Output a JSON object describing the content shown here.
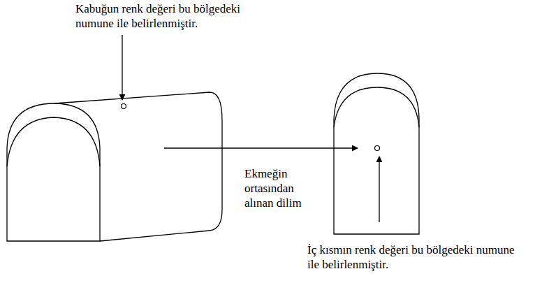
{
  "diagram": {
    "labels": [
      "Kabuğun renk değeri bu bölgedeki numune ile belirlenmiştir.",
      "Ekmeğin ortasından alınan dilim",
      "İç kısmın renk değeri bu bölgedeki numune ile belirlenmiştir."
    ]
  }
}
